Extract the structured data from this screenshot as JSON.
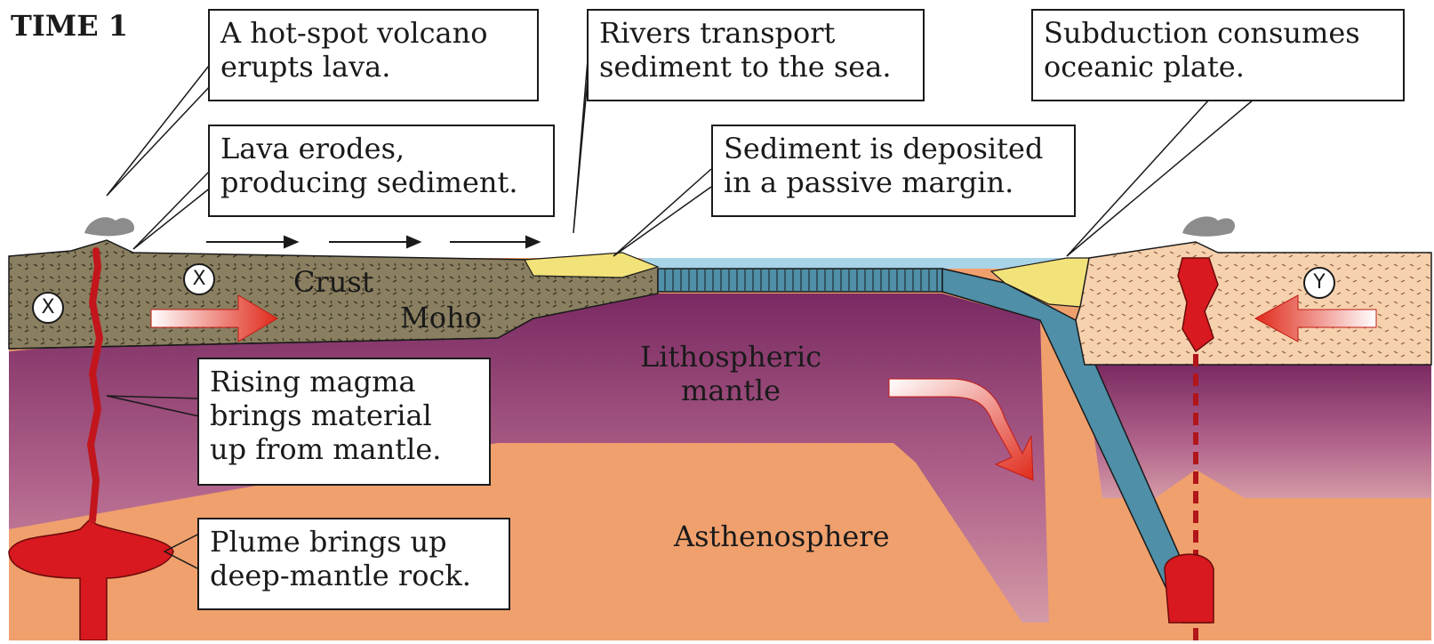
{
  "title": "TIME 1",
  "callouts": {
    "hotspot": [
      "A hot-spot volcano",
      "erupts lava."
    ],
    "rivers": [
      "Rivers transport",
      "sediment to the sea."
    ],
    "subduction": [
      "Subduction consumes",
      "oceanic plate."
    ],
    "erodes": [
      "Lava erodes,",
      "producing sediment."
    ],
    "deposited": [
      "Sediment is deposited",
      "in a passive margin."
    ],
    "rising": [
      "Rising magma",
      "brings material",
      "up from mantle."
    ],
    "plume": [
      "Plume brings up",
      "deep-mantle rock."
    ]
  },
  "labels": {
    "crust": "Crust",
    "moho": "Moho",
    "lithospheric": [
      "Lithospheric",
      "mantle"
    ],
    "asthenosphere": "Asthenosphere"
  },
  "markers": {
    "x_left": "X",
    "x_mid": "X",
    "y_right": "Y"
  },
  "colors": {
    "crust": "#8a7f60",
    "lithosphere_top": "#7e2a5f",
    "lithosphere_bottom": "#c9829e",
    "asthenosphere": "#f0a06c",
    "sea": "#a9d4e8",
    "sediment": "#f2e27a",
    "continent_right": "#f6d1ae",
    "magma": "#d8191f",
    "slab": "#4f8fa8"
  }
}
